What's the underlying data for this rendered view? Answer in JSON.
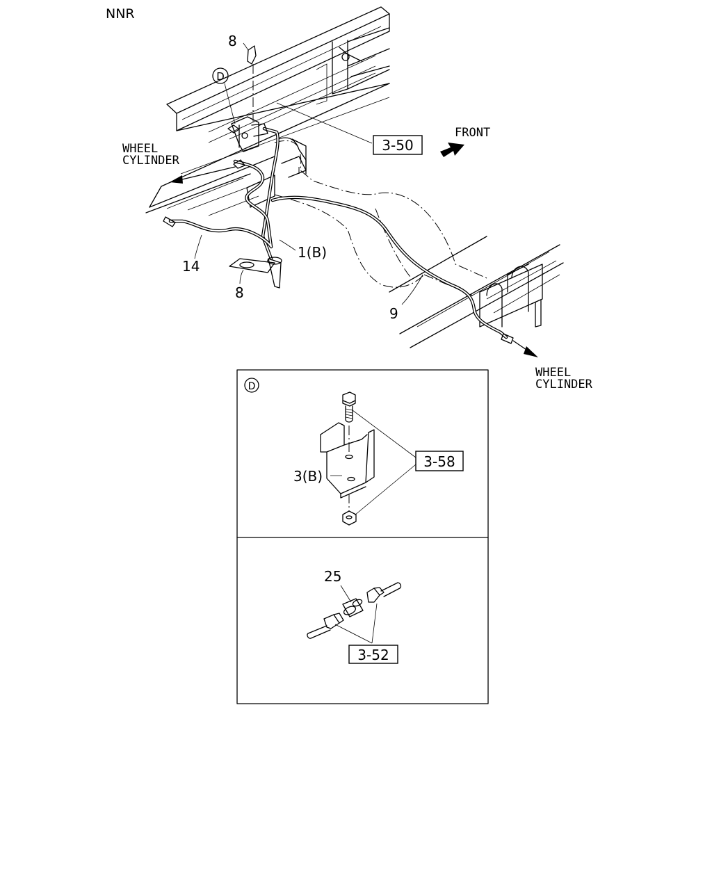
{
  "model_code": "NNR",
  "direction_label": "FRONT",
  "wheel_cylinder_label": {
    "line1": "WHEEL",
    "line2": "CYLINDER"
  },
  "detail_marker": "D",
  "part_labels": {
    "clip_top": "8",
    "clip_bottom": "8",
    "hose": "1(B)",
    "pipe_left": "14",
    "pipe_right": "9",
    "bracket": "3(B)",
    "connector": "25"
  },
  "reference_boxes": {
    "frame": "3-50",
    "bracket_bolts": "3-58",
    "flare_nuts": "3-52"
  }
}
